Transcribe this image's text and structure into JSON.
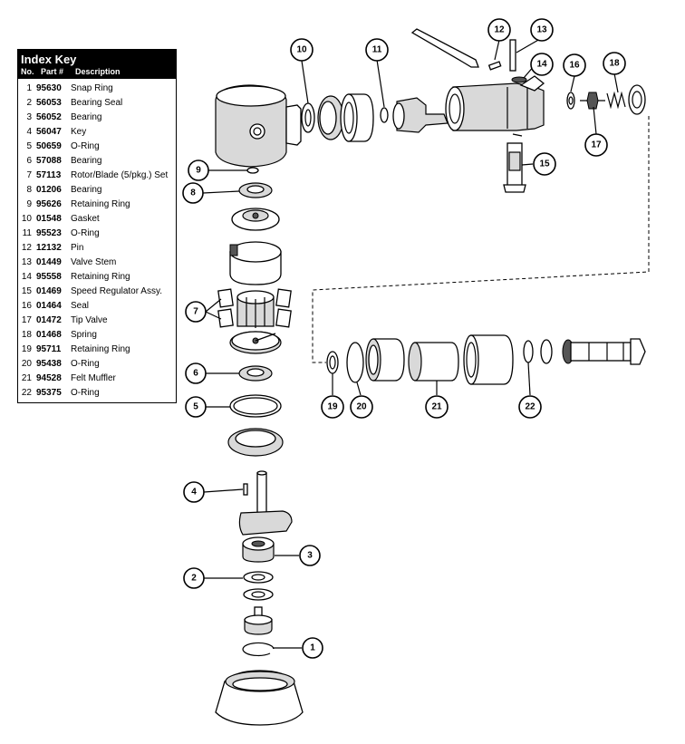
{
  "index_key": {
    "title": "Index Key",
    "headers": {
      "no": "No.",
      "part": "Part #",
      "description": "Description"
    },
    "rows": [
      {
        "no": "1",
        "part": "95630",
        "description": "Snap Ring"
      },
      {
        "no": "2",
        "part": "56053",
        "description": "Bearing Seal"
      },
      {
        "no": "3",
        "part": "56052",
        "description": "Bearing"
      },
      {
        "no": "4",
        "part": "56047",
        "description": "Key"
      },
      {
        "no": "5",
        "part": "50659",
        "description": "O-Ring"
      },
      {
        "no": "6",
        "part": "57088",
        "description": "Bearing"
      },
      {
        "no": "7",
        "part": "57113",
        "description": "Rotor/Blade (5/pkg.) Set"
      },
      {
        "no": "8",
        "part": "01206",
        "description": "Bearing"
      },
      {
        "no": "9",
        "part": "95626",
        "description": "Retaining Ring"
      },
      {
        "no": "10",
        "part": "01548",
        "description": "Gasket"
      },
      {
        "no": "11",
        "part": "95523",
        "description": "O-Ring"
      },
      {
        "no": "12",
        "part": "12132",
        "description": "Pin"
      },
      {
        "no": "13",
        "part": "01449",
        "description": "Valve Stem"
      },
      {
        "no": "14",
        "part": "95558",
        "description": "Retaining Ring"
      },
      {
        "no": "15",
        "part": "01469",
        "description": "Speed Regulator Assy."
      },
      {
        "no": "16",
        "part": "01464",
        "description": "Seal"
      },
      {
        "no": "17",
        "part": "01472",
        "description": "Tip Valve"
      },
      {
        "no": "18",
        "part": "01468",
        "description": "Spring"
      },
      {
        "no": "19",
        "part": "95711",
        "description": "Retaining Ring"
      },
      {
        "no": "20",
        "part": "95438",
        "description": "O-Ring"
      },
      {
        "no": "21",
        "part": "94528",
        "description": "Felt Muffler"
      },
      {
        "no": "22",
        "part": "95375",
        "description": "O-Ring"
      }
    ]
  },
  "callouts": [
    "1",
    "2",
    "3",
    "4",
    "5",
    "6",
    "7",
    "8",
    "9",
    "10",
    "11",
    "12",
    "13",
    "14",
    "15",
    "16",
    "17",
    "18",
    "19",
    "20",
    "21",
    "22"
  ]
}
